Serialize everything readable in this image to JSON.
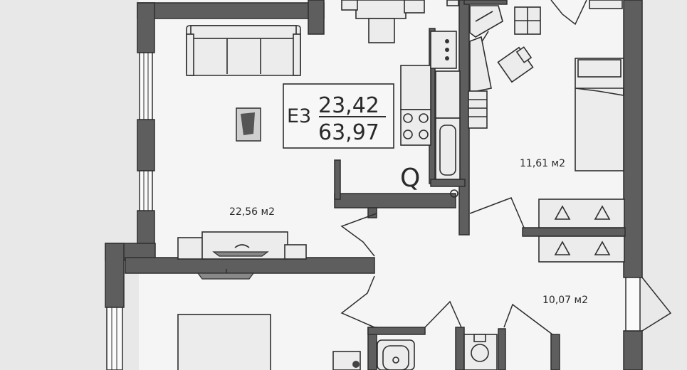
{
  "unit_code": "Е3",
  "living_area": "23,42",
  "total_area": "63,97",
  "rooms": [
    {
      "name": "living-room",
      "area": "22,56 м2"
    },
    {
      "name": "bedroom",
      "area": "11,61 м2"
    },
    {
      "name": "hall",
      "area": "10,07 м2"
    }
  ],
  "fridge_symbol": "Q",
  "colors": {
    "wall": "#5e5e5e",
    "line": "#2e2e2e",
    "paper": "#f4f4f4",
    "outside": "#e6e6e6"
  }
}
